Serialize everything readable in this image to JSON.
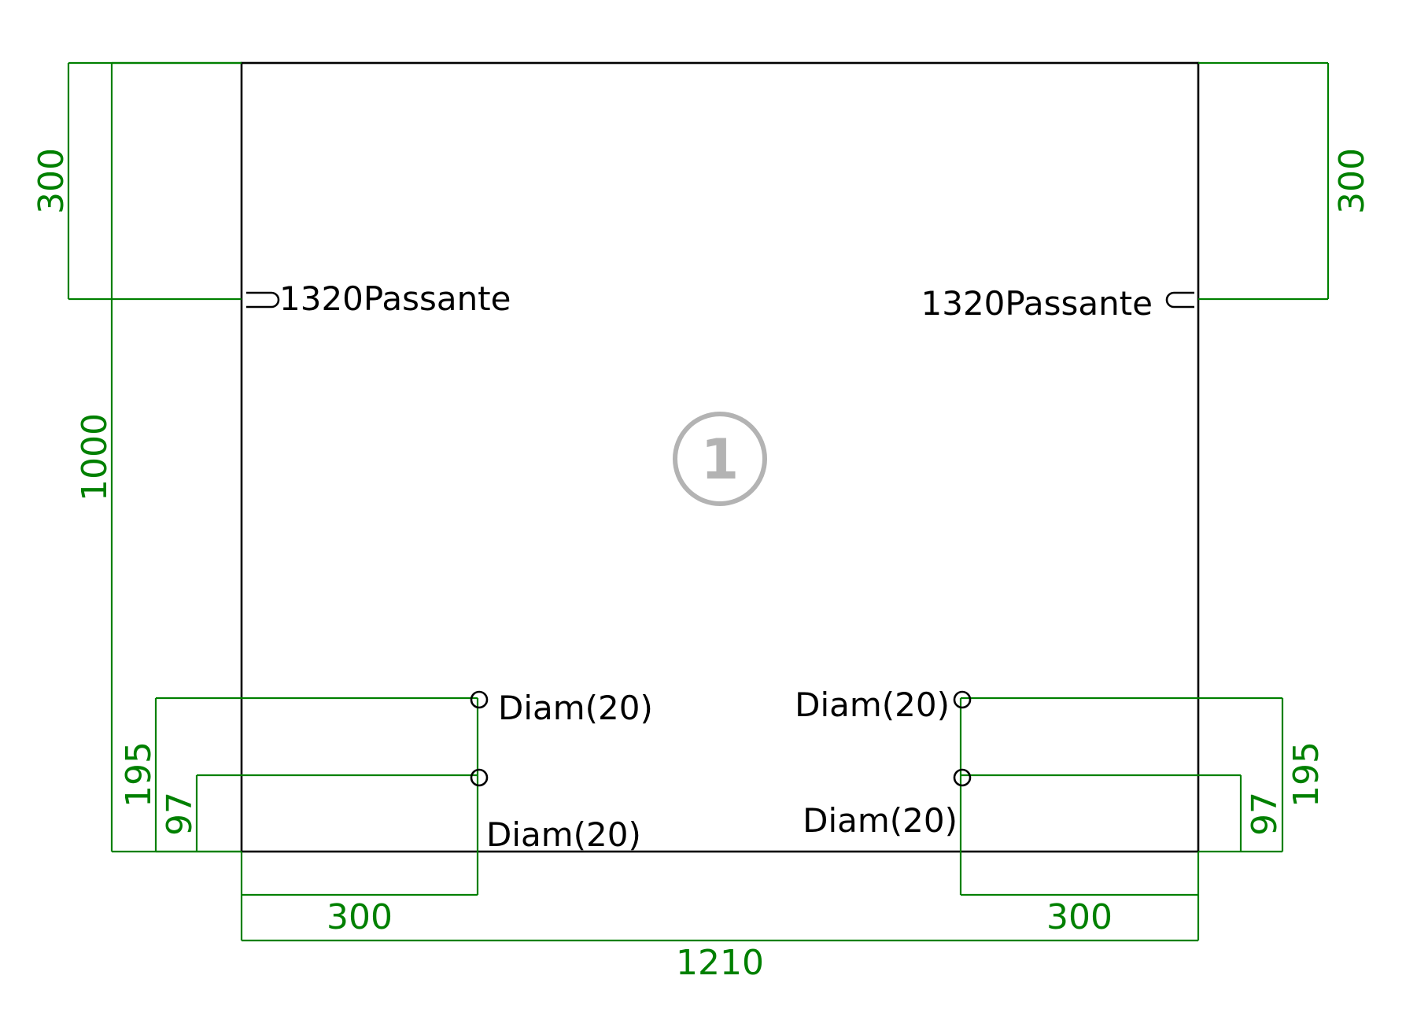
{
  "colors": {
    "dimension": "#008000",
    "part": "#000000",
    "badge": "#b3b3b3"
  },
  "part": {
    "number": "1"
  },
  "dimensions": {
    "left_top": "300",
    "right_top": "300",
    "left_height": "1000",
    "left_195": "195",
    "left_97": "97",
    "right_195": "195",
    "right_97": "97",
    "bottom_left_300": "300",
    "bottom_right_300": "300",
    "bottom_width": "1210"
  },
  "notes": {
    "slot_left": "1320Passante",
    "slot_right": "1320Passante",
    "hole_left_top": "Diam(20)",
    "hole_left_bottom": "Diam(20)",
    "hole_right_top": "Diam(20)",
    "hole_right_bottom": "Diam(20)"
  },
  "icons": {
    "slot": "slot-icon",
    "hole": "hole-icon"
  }
}
